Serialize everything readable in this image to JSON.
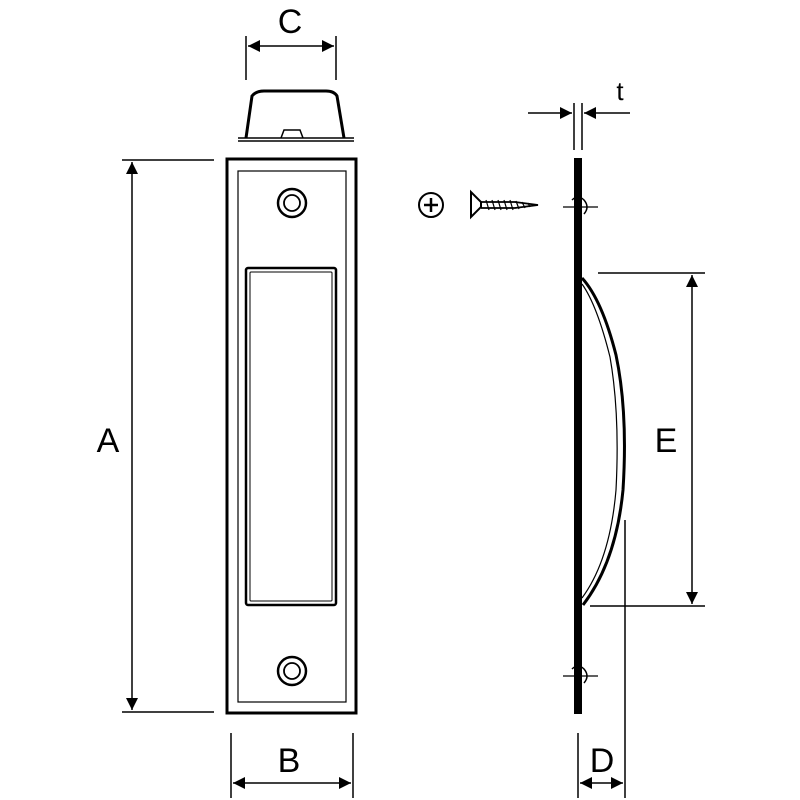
{
  "labels": {
    "A": "A",
    "B": "B",
    "C": "C",
    "D": "D",
    "E": "E",
    "t": "t"
  },
  "icons": {
    "screw_head": "phillips-screw-head-icon",
    "screw": "wood-screw-icon"
  }
}
